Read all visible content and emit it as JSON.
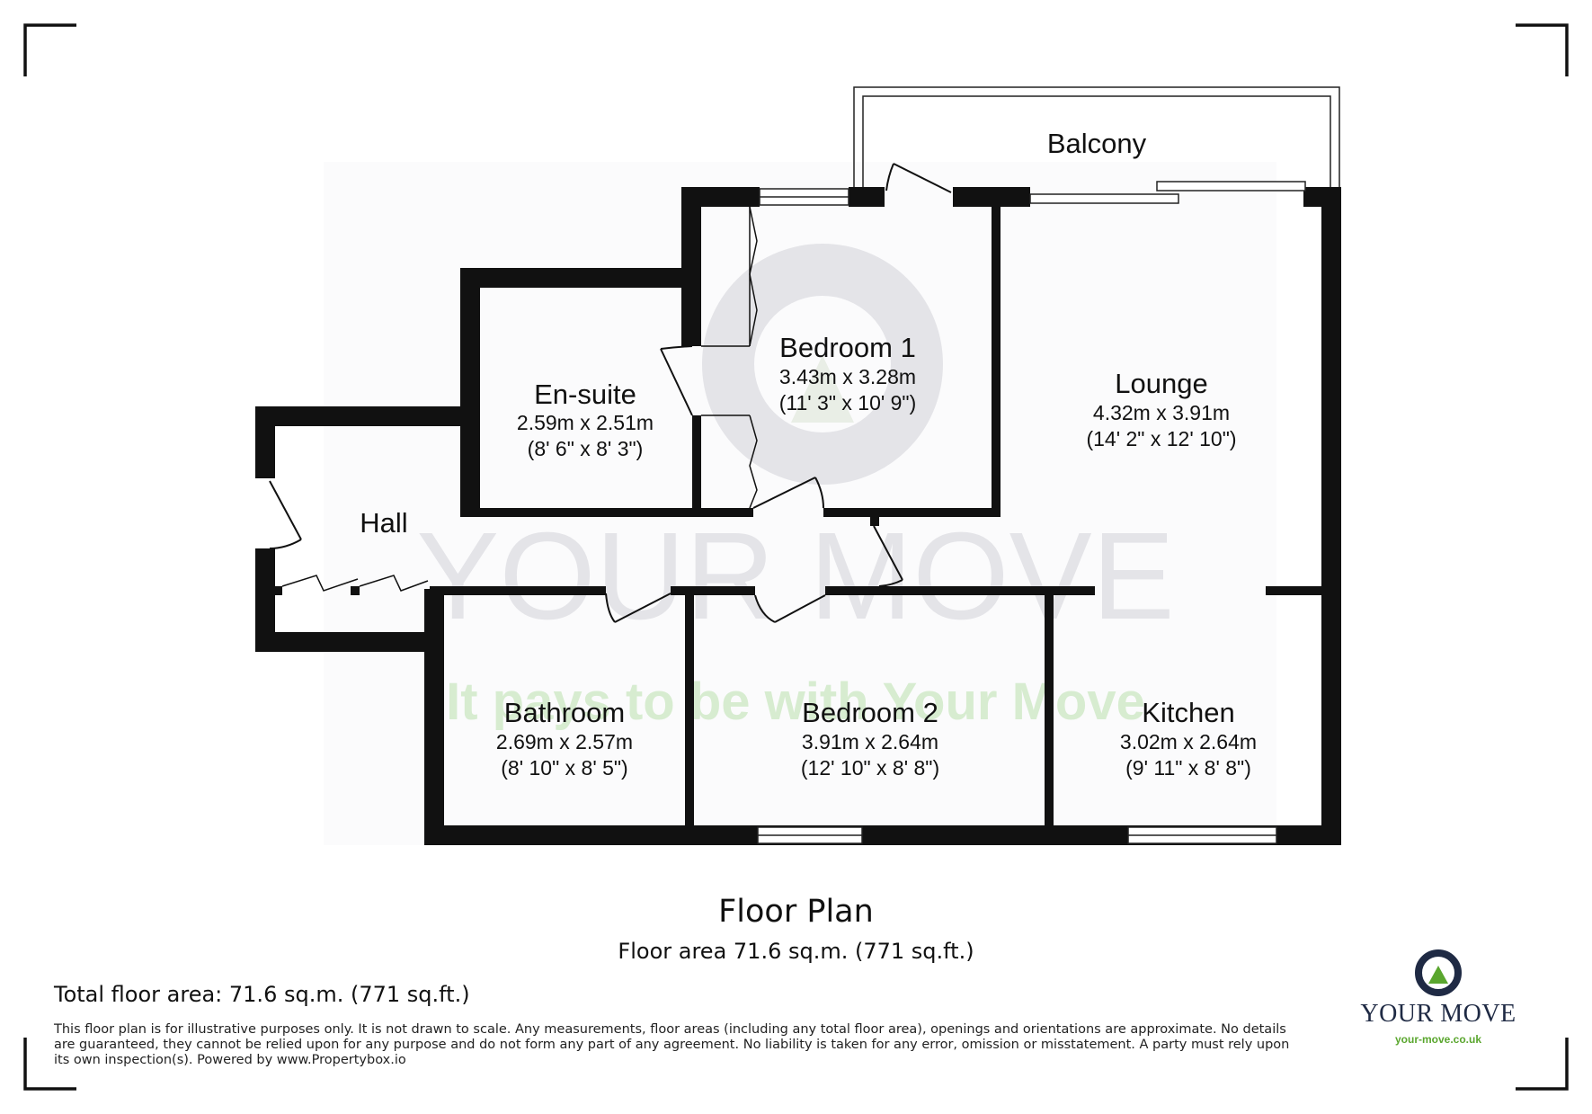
{
  "rooms": [
    {
      "name": "Balcony"
    },
    {
      "name": "Bedroom 1",
      "metric": "3.43m x 3.28m",
      "imperial": "(11' 3\" x 10' 9\")"
    },
    {
      "name": "En-suite",
      "metric": "2.59m x 2.51m",
      "imperial": "(8' 6\" x 8' 3\")"
    },
    {
      "name": "Lounge",
      "metric": "4.32m x 3.91m",
      "imperial": "(14' 2\" x 12' 10\")"
    },
    {
      "name": "Hall"
    },
    {
      "name": "Bathroom",
      "metric": "2.69m x 2.57m",
      "imperial": "(8' 10\" x 8' 5\")"
    },
    {
      "name": "Bedroom 2",
      "metric": "3.91m x 2.64m",
      "imperial": "(12' 10\" x 8' 8\")"
    },
    {
      "name": "Kitchen",
      "metric": "3.02m x 2.64m",
      "imperial": "(9' 11\" x 8' 8\")"
    }
  ],
  "watermark": {
    "brand": "YOUR MOVE",
    "slogan": "It pays to be with Your Move"
  },
  "footer": {
    "title": "Floor Plan",
    "floor_area": "Floor area 71.6 sq.m. (771 sq.ft.)",
    "total_area": "Total floor area: 71.6 sq.m. (771 sq.ft.)",
    "disclaimer": "This floor plan is for illustrative purposes only. It is not drawn to scale. Any measurements, floor areas (including any total floor area), openings and orientations are approximate. No details are guaranteed, they cannot be relied upon for any purpose and do not form any part of any agreement. No liability is taken for any error, omission or misstatement. A party must rely upon its own inspection(s). Powered by www.Propertybox.io"
  },
  "logo": {
    "name": "YOUR MOVE",
    "url": "your-move.co.uk"
  },
  "colors": {
    "wall": "#111111",
    "watermark": "#e4e4e8",
    "watermark_slogan": "#d7ecd0",
    "logo_navy": "#1f2a44",
    "logo_green": "#5aa62e"
  }
}
